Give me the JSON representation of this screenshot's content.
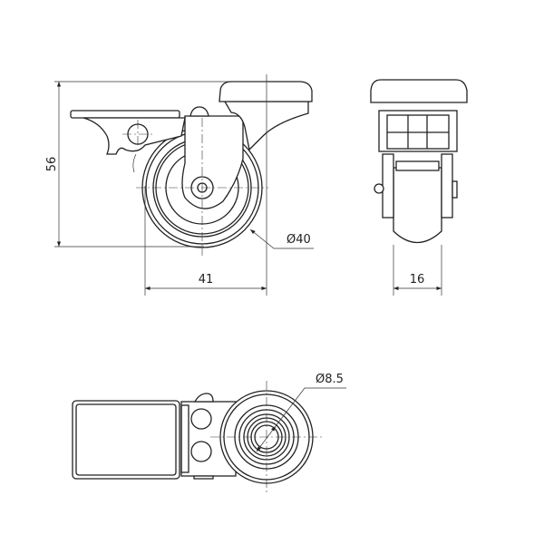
{
  "title": "Swivel caster with brake – technical drawing",
  "dimensions": {
    "height": "56",
    "wheel_diameter": "Ø40",
    "offset": "41",
    "wheel_width": "16",
    "bolt_hole": "Ø8.5"
  }
}
